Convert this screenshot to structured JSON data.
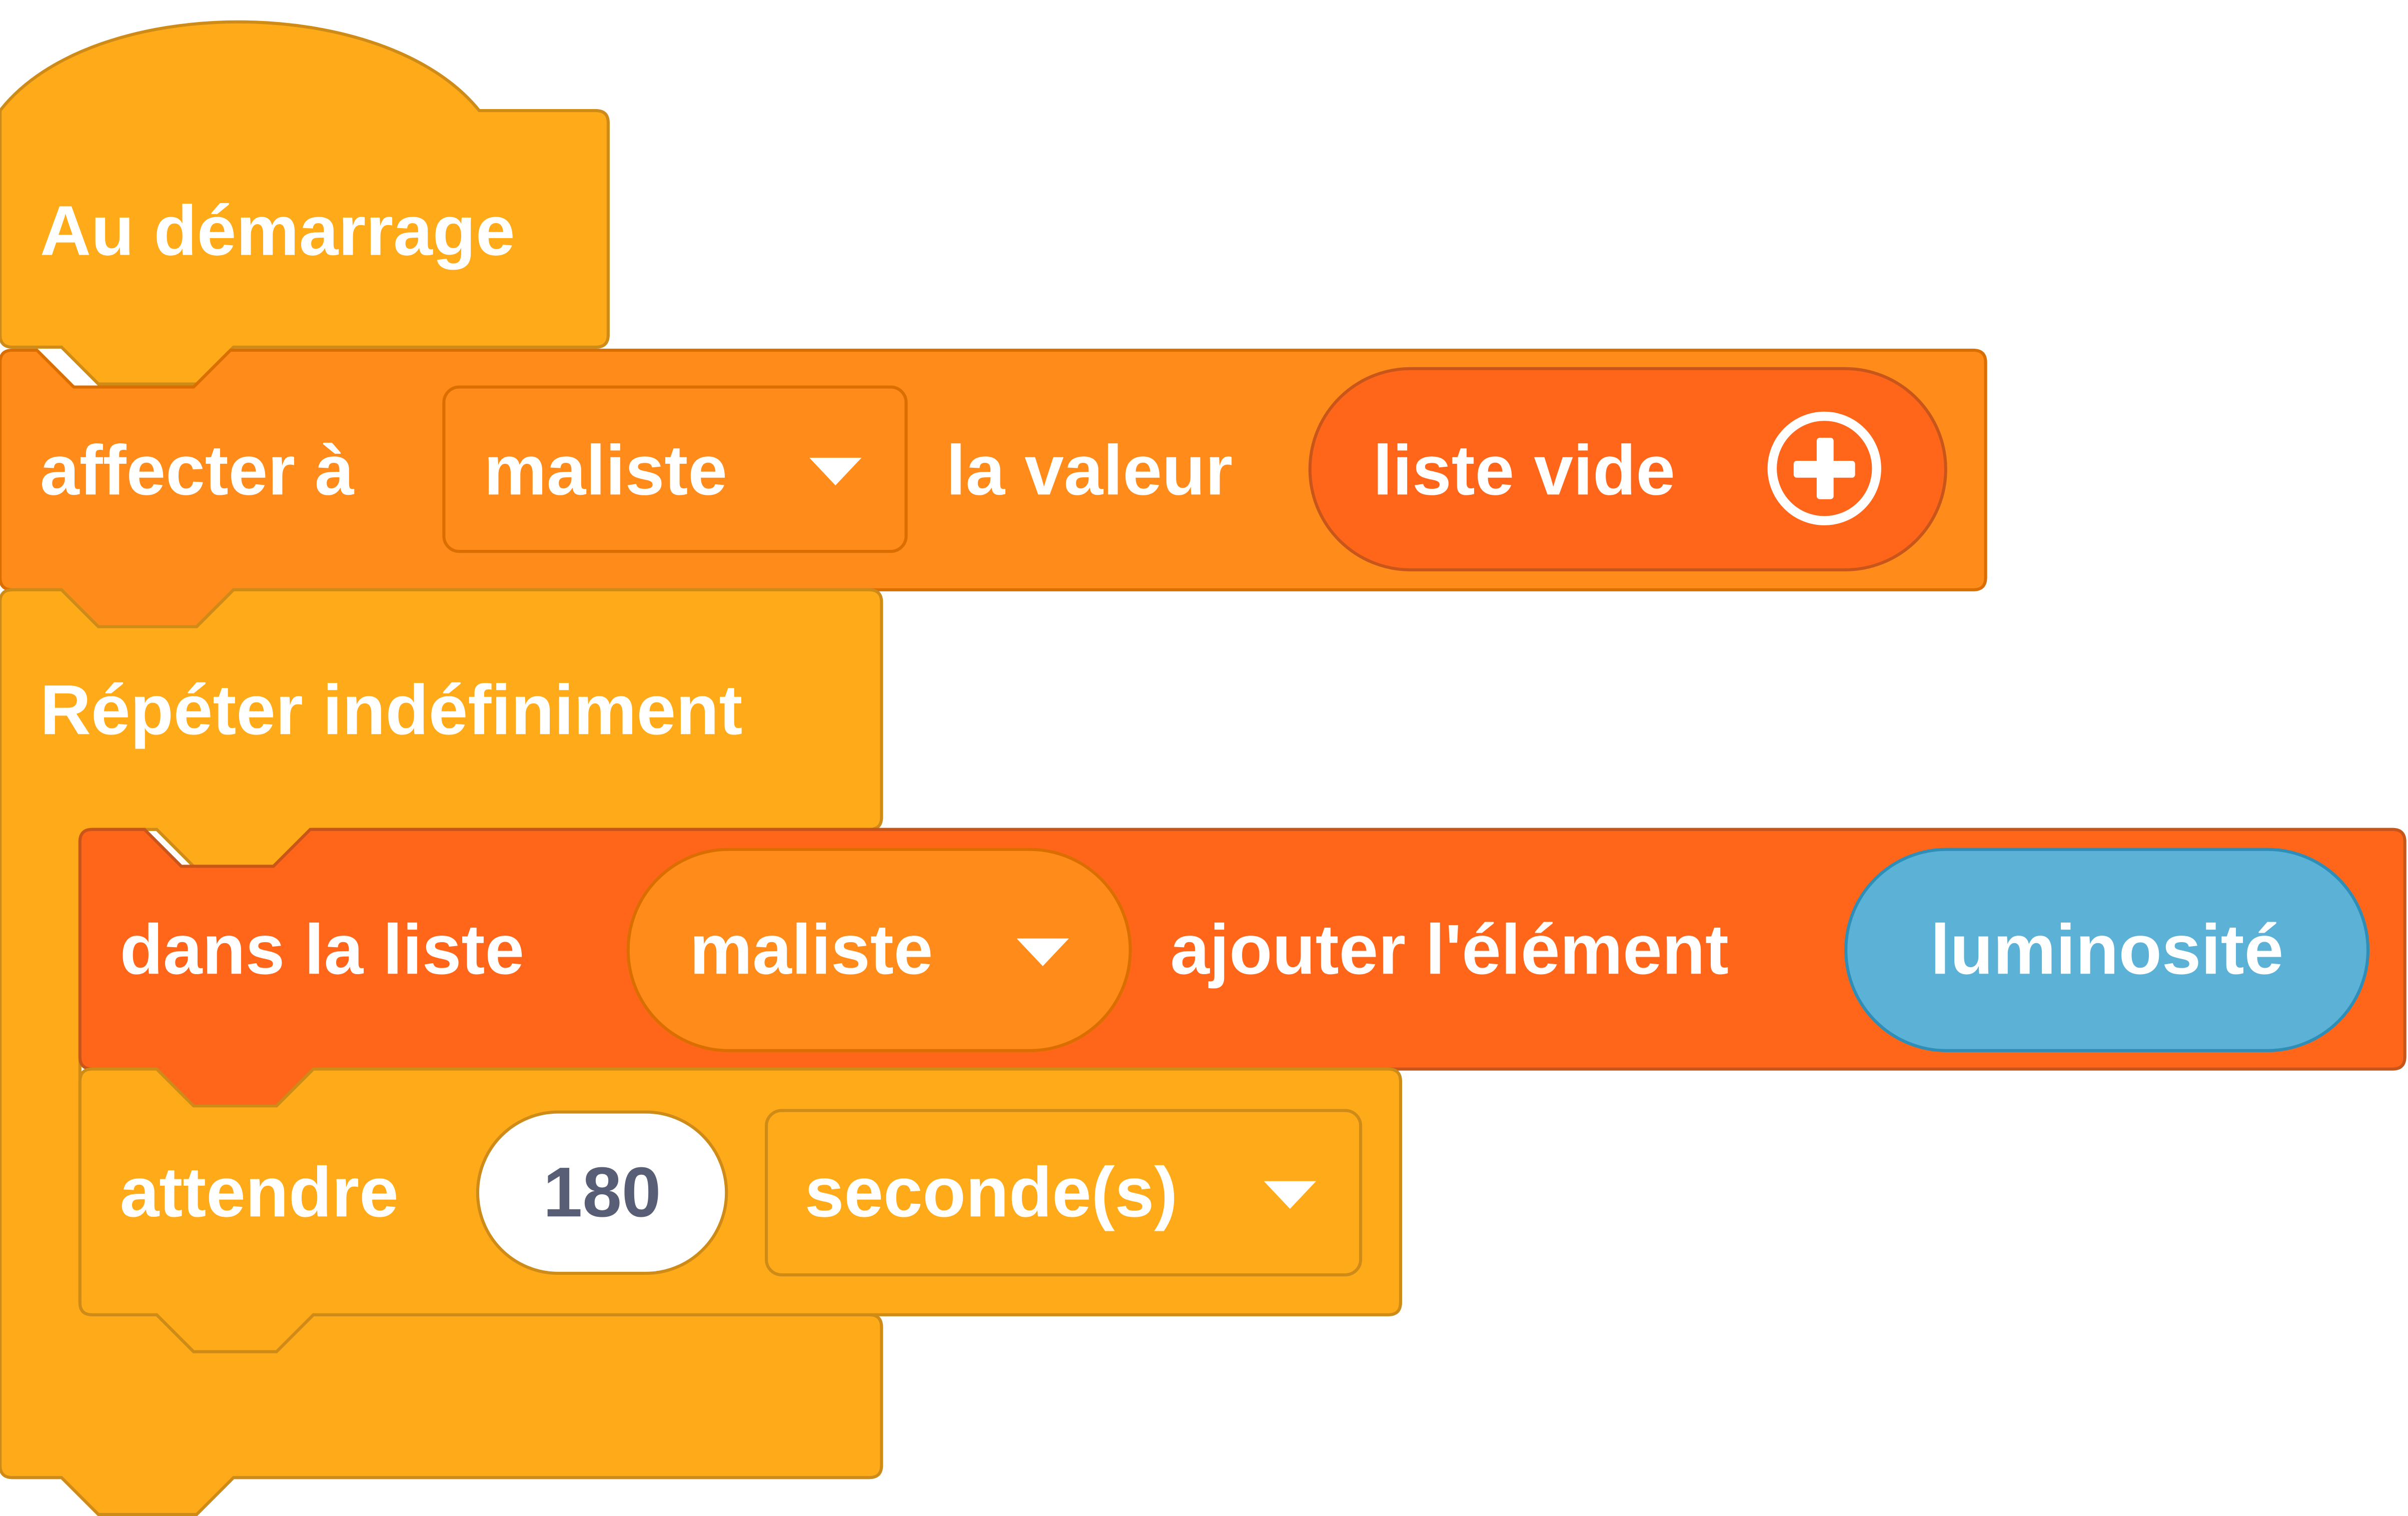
{
  "colors": {
    "control": "#ffab19",
    "control_stroke": "#cf8b17",
    "variables": "#ff8c1a",
    "variables_stroke": "#db6e00",
    "lists": "#ff661a",
    "lists_stroke": "#c8561a",
    "sensing": "#5cb1d6",
    "sensing_stroke": "#2e8eb8",
    "number_input_text": "#575e75"
  },
  "script": {
    "hat_label": "Au démarrage",
    "set_block": {
      "label_prefix": "affecter à",
      "variable": "maliste",
      "label_middle": "la valeur",
      "value_reporter": "liste vide",
      "add_icon": "plus-circle-icon"
    },
    "forever_label": "Répéter indéfiniment",
    "add_to_list_block": {
      "label_prefix": "dans la liste",
      "list": "maliste",
      "label_middle": "ajouter l'élément",
      "item_reporter": "luminosité"
    },
    "wait_block": {
      "label": "attendre",
      "duration": "180",
      "unit": "seconde(s)"
    },
    "dropdown_icon": "triangle-down-icon"
  }
}
